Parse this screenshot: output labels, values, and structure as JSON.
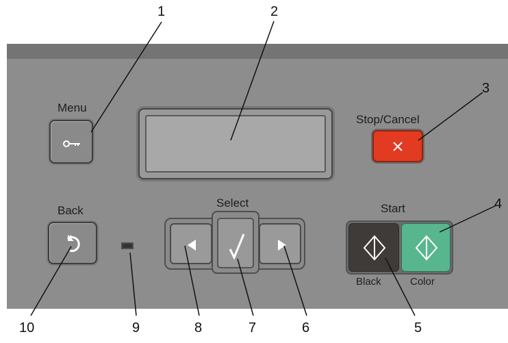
{
  "panel": {
    "menu_label": "Menu",
    "stop_label": "Stop/Cancel",
    "back_label": "Back",
    "select_label": "Select",
    "start_label": "Start",
    "black_label": "Black",
    "color_label": "Color"
  },
  "callouts": [
    "1",
    "2",
    "3",
    "4",
    "5",
    "6",
    "7",
    "8",
    "9",
    "10"
  ],
  "colors": {
    "panel": "#8d8d8d",
    "panel_top_strip": "#747474",
    "stop_red": "#e23b21",
    "start_black": "#3f3b38",
    "start_color": "#58b68f",
    "text_dark": "#1d1d1d"
  },
  "icons": {
    "menu": "key-icon",
    "stop": "close-icon",
    "back": "undo-arrow-icon",
    "left": "left-arrow-icon",
    "select": "check-icon",
    "right": "right-arrow-icon",
    "start_black": "diamond-start-icon",
    "start_color": "diamond-start-icon",
    "indicator": "indicator-light-icon"
  }
}
